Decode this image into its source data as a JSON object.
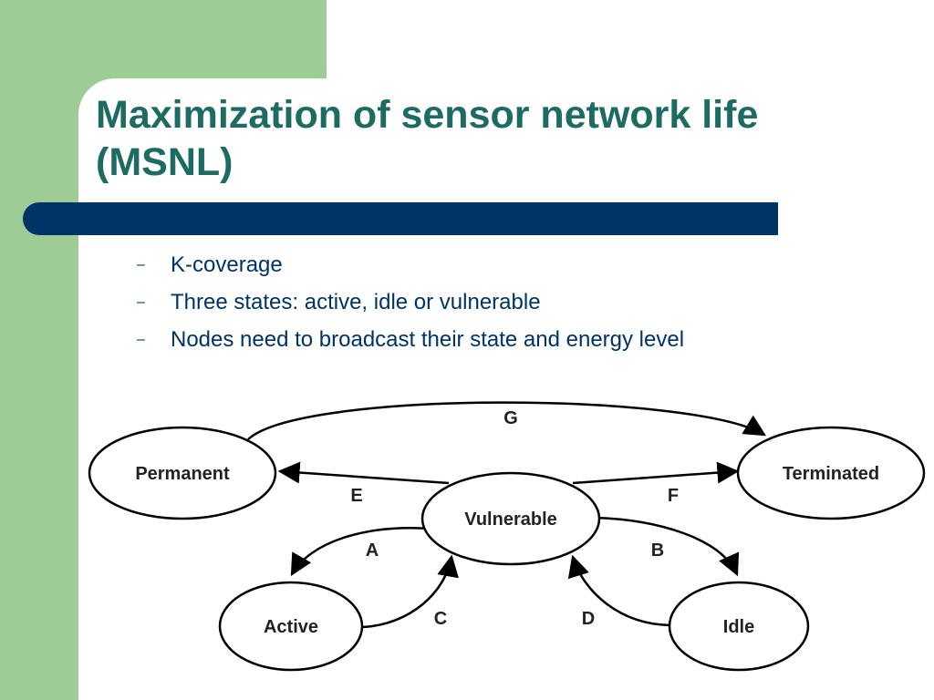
{
  "title": "Maximization of sensor network life (MSNL)",
  "bullets": [
    "K-coverage",
    "Three states: active, idle or vulnerable",
    "Nodes need to broadcast their state and energy level"
  ],
  "diagram": {
    "nodes": {
      "permanent": "Permanent",
      "terminated": "Terminated",
      "vulnerable": "Vulnerable",
      "active": "Active",
      "idle": "Idle"
    },
    "edges": {
      "A": "A",
      "B": "B",
      "C": "C",
      "D": "D",
      "E": "E",
      "F": "F",
      "G": "G"
    }
  }
}
